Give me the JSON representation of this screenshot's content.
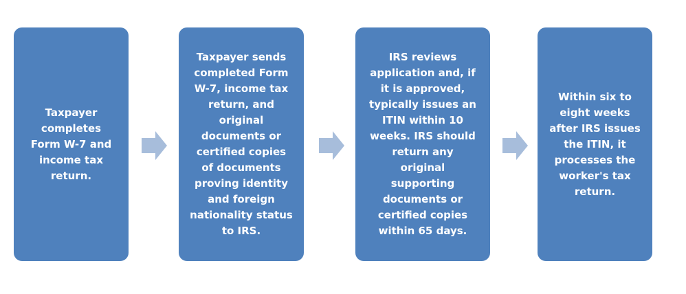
{
  "colors": {
    "box_fill": "#4f81bd",
    "box_text": "#ffffff",
    "arrow_fill": "#a7bddb"
  },
  "steps": [
    {
      "text": "Taxpayer\ncompletes\nForm W-7 and\nincome tax\nreturn."
    },
    {
      "text": "Taxpayer sends\ncompleted Form\nW-7, income tax\nreturn, and\noriginal\ndocuments or\ncertified copies\nof documents\nproving identity\nand foreign\nnationality status\nto IRS."
    },
    {
      "text": "IRS reviews\napplication and, if\nit is approved,\ntypically issues an\nITIN within 10\nweeks. IRS should\nreturn any\noriginal\nsupporting\ndocuments or\ncertified copies\nwithin 65 days."
    },
    {
      "text": "Within six to\neight weeks\nafter IRS issues\nthe ITIN, it\nprocesses the\nworker's tax\nreturn."
    }
  ]
}
